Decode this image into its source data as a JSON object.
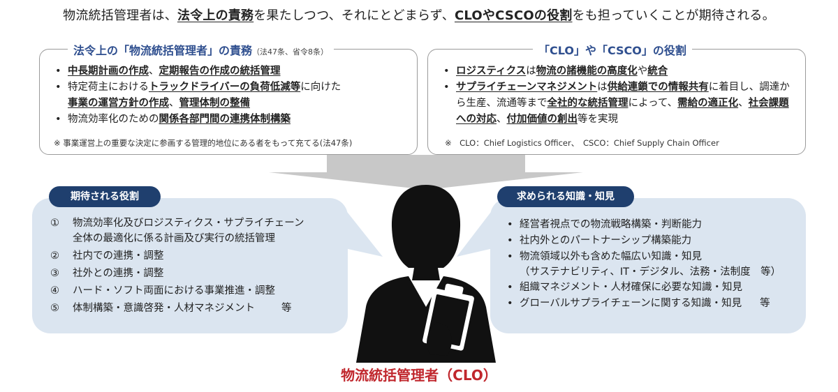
{
  "headline": {
    "p1": "物流統括管理者は、",
    "b1": "法令上の責務",
    "p2": "を果たしつつ、それにとどまらず、",
    "b2": "CLOやCSCOの役割",
    "p3": "をも担っていくことが期待される。"
  },
  "left_box": {
    "title": "法令上の「物流統括管理者」の責務",
    "title_ref": "（法47条、省令8条）",
    "items": [
      {
        "b1": "中長期計画の作成",
        "p1": "、",
        "b2": "定期報告の作成の統括管理"
      },
      {
        "p1": "特定荷主における",
        "b1": "トラックドライバーの負荷低減等",
        "p2": "に向けた",
        "b2": "事業の運営方針の作成",
        "p3": "、",
        "b3": "管理体制の整備"
      },
      {
        "p1": "物流効率化のための",
        "b1": "関係各部門間の連携体制構築"
      }
    ],
    "note": "※ 事業運営上の重要な決定に参画する管理的地位にある者をもって充てる(法47条)"
  },
  "right_box": {
    "title": "「CLO」や「CSCO」の役割",
    "items": [
      {
        "b1": "ロジスティクス",
        "p1": "は",
        "b2": "物流の諸機能の高度化",
        "p2": "や",
        "b3": "統合"
      },
      {
        "b1": "サプライチェーンマネジメント",
        "p1": "は",
        "b2": "供給連鎖での情報共有",
        "p2": "に着目し、調達から生産、流通等まで",
        "b3": "全社的な統括管理",
        "p3": "によって、",
        "b4": "需給の適正化",
        "p4": "、",
        "b5": "社会課題への対応",
        "p5": "、",
        "b6": "付加価値の創出",
        "p6": "等を実現"
      }
    ],
    "note": "※　CLO：Chief Logistics Officer、　CSCO：Chief Supply Chain Officer"
  },
  "left_bubble": {
    "label": "期待される役割",
    "items": [
      {
        "num": "①",
        "line1": "物流効率化及びロジスティクス・サプライチェーン",
        "line2": "全体の最適化に係る計画及び実行の統括管理"
      },
      {
        "num": "②",
        "line1": "社内での連携・調整"
      },
      {
        "num": "③",
        "line1": "社外との連携・調整"
      },
      {
        "num": "④",
        "line1": "ハード・ソフト両面における事業推進・調整"
      },
      {
        "num": "⑤",
        "line1": "体制構築・意識啓発・人材マネジメント",
        "suffix": "等"
      }
    ]
  },
  "right_bubble": {
    "label": "求められる知識・知見",
    "items": [
      {
        "line1": "経営者視点での物流戦略構築・判断能力"
      },
      {
        "line1": "社内外とのパートナーシップ構築能力"
      },
      {
        "line1": "物流領域以外も含めた幅広い知識・知見",
        "line2": "（サステナビリティ、IT・デジタル、法務・法制度　等）"
      },
      {
        "line1": "組織マネジメント・人材確保に必要な知識・知見"
      },
      {
        "line1": "グローバルサプライチェーンに関する知識・知見",
        "suffix": "等"
      }
    ]
  },
  "caption": "物流統括管理者（CLO）",
  "bullet": "•",
  "colors": {
    "accent_blue": "#2f4f8f",
    "pill_navy": "#1f3f6e",
    "bubble": "#dbe5f0",
    "caption_red": "#c0272d",
    "arrow_gray": "#c8c8c8"
  }
}
